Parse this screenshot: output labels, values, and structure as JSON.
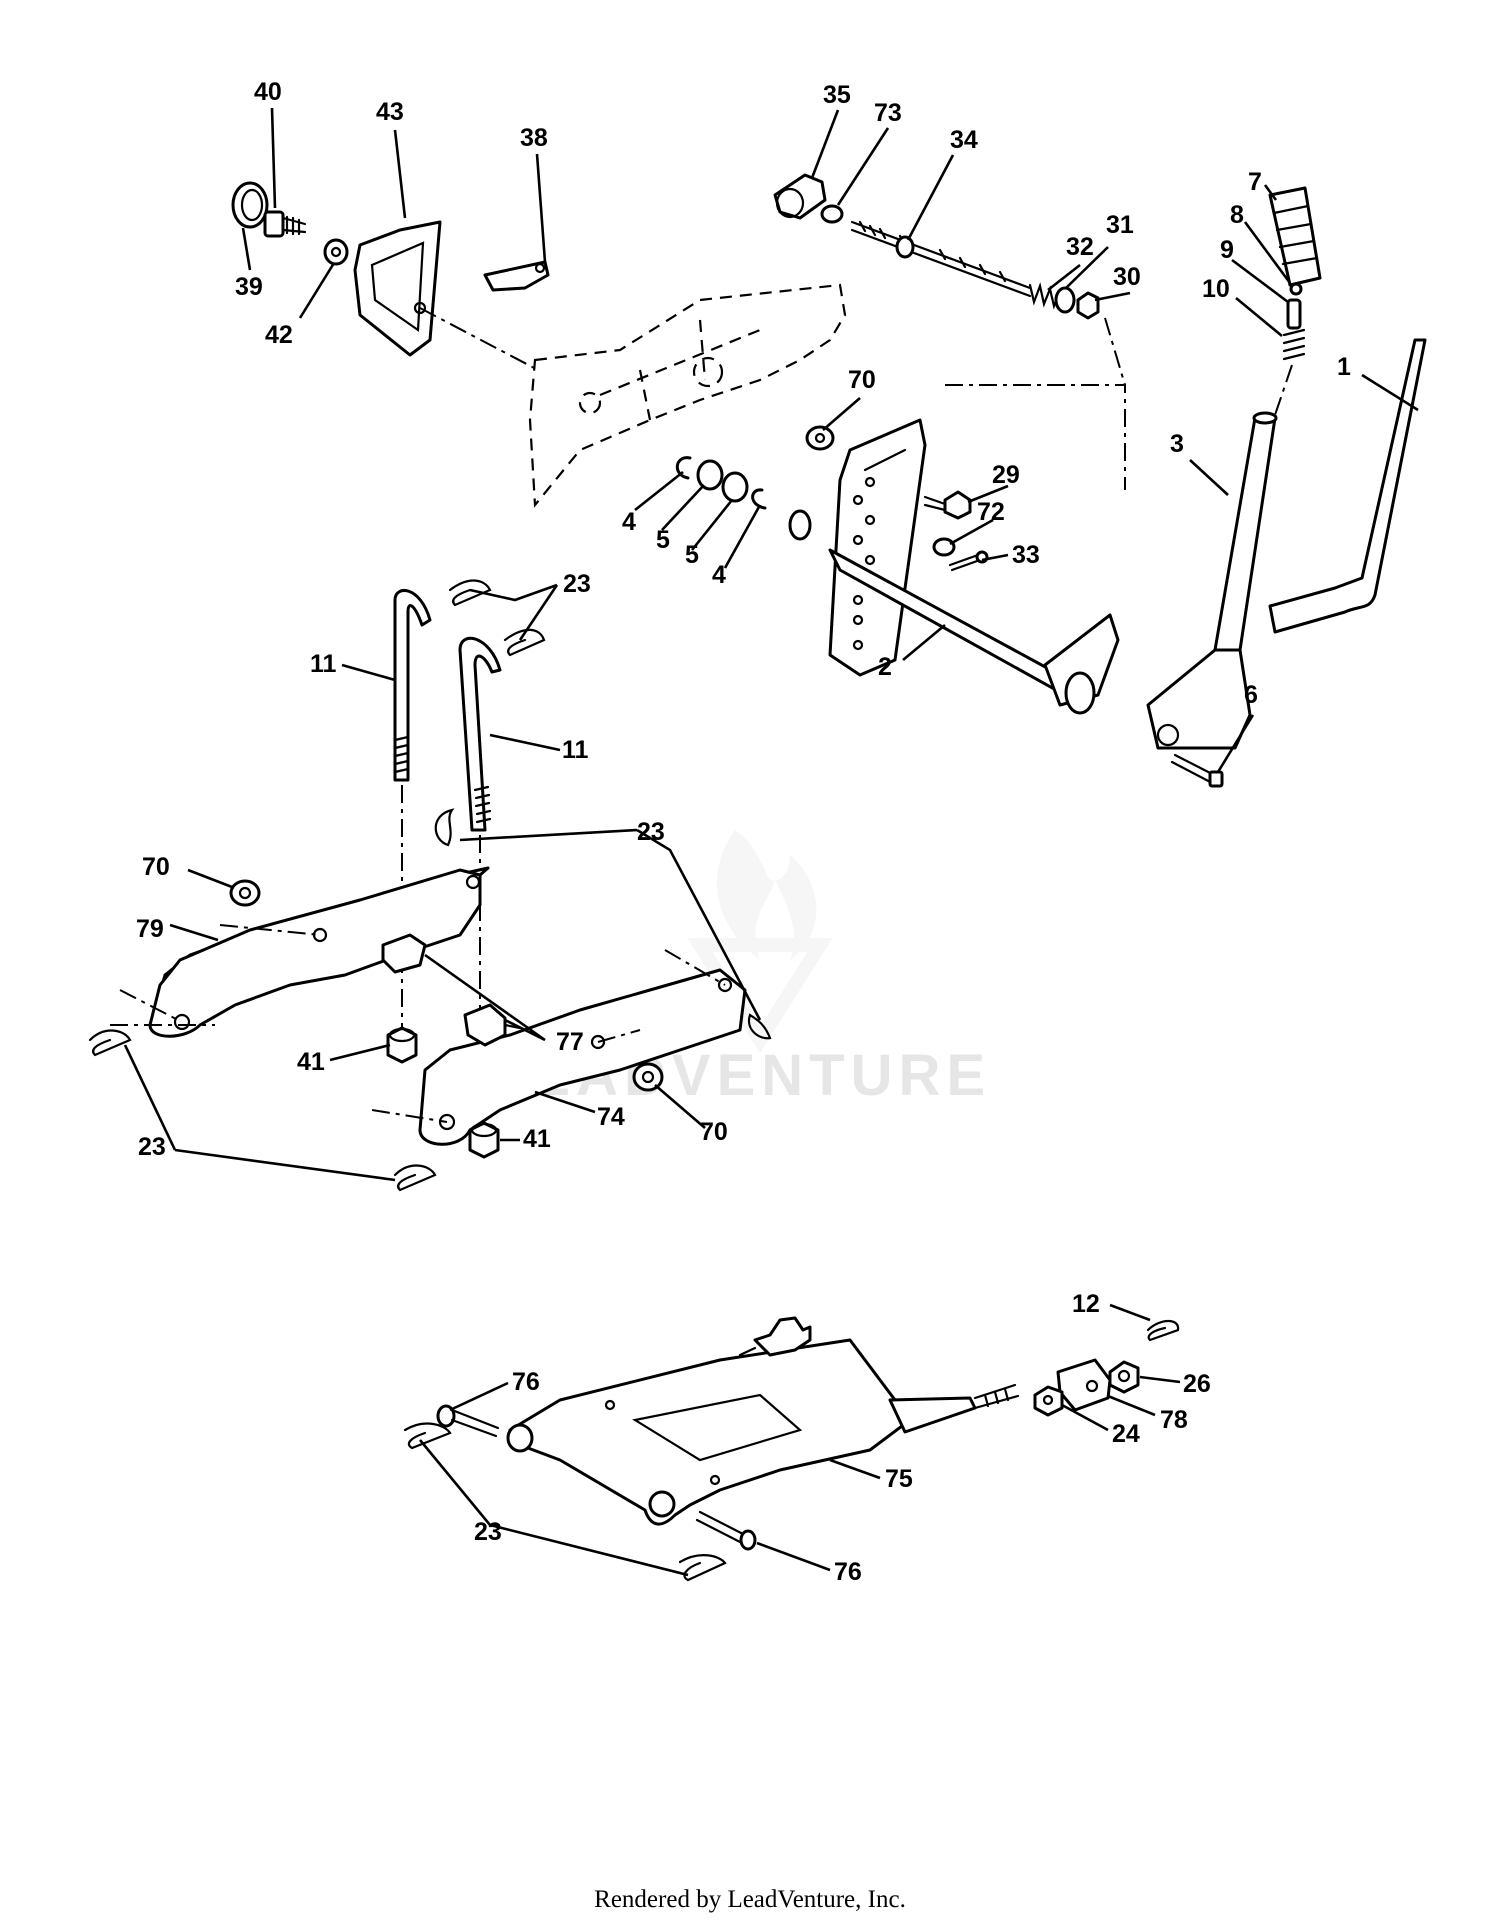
{
  "callouts": [
    {
      "id": "40",
      "text": "40"
    },
    {
      "id": "43",
      "text": "43"
    },
    {
      "id": "38",
      "text": "38"
    },
    {
      "id": "39",
      "text": "39"
    },
    {
      "id": "42",
      "text": "42"
    },
    {
      "id": "35",
      "text": "35"
    },
    {
      "id": "73",
      "text": "73"
    },
    {
      "id": "34",
      "text": "34"
    },
    {
      "id": "7",
      "text": "7"
    },
    {
      "id": "8",
      "text": "8"
    },
    {
      "id": "31",
      "text": "31"
    },
    {
      "id": "32",
      "text": "32"
    },
    {
      "id": "30",
      "text": "30"
    },
    {
      "id": "9",
      "text": "9"
    },
    {
      "id": "10",
      "text": "10"
    },
    {
      "id": "1",
      "text": "1"
    },
    {
      "id": "70a",
      "text": "70"
    },
    {
      "id": "3",
      "text": "3"
    },
    {
      "id": "29",
      "text": "29"
    },
    {
      "id": "72",
      "text": "72"
    },
    {
      "id": "33",
      "text": "33"
    },
    {
      "id": "4a",
      "text": "4"
    },
    {
      "id": "5a",
      "text": "5"
    },
    {
      "id": "5b",
      "text": "5"
    },
    {
      "id": "4b",
      "text": "4"
    },
    {
      "id": "23a",
      "text": "23"
    },
    {
      "id": "11a",
      "text": "11"
    },
    {
      "id": "2",
      "text": "2"
    },
    {
      "id": "6",
      "text": "6"
    },
    {
      "id": "11b",
      "text": "11"
    },
    {
      "id": "23b",
      "text": "23"
    },
    {
      "id": "70b",
      "text": "70"
    },
    {
      "id": "79",
      "text": "79"
    },
    {
      "id": "77",
      "text": "77"
    },
    {
      "id": "41a",
      "text": "41"
    },
    {
      "id": "74",
      "text": "74"
    },
    {
      "id": "70c",
      "text": "70"
    },
    {
      "id": "23c",
      "text": "23"
    },
    {
      "id": "41b",
      "text": "41"
    },
    {
      "id": "12",
      "text": "12"
    },
    {
      "id": "76a",
      "text": "76"
    },
    {
      "id": "26",
      "text": "26"
    },
    {
      "id": "78",
      "text": "78"
    },
    {
      "id": "24",
      "text": "24"
    },
    {
      "id": "75",
      "text": "75"
    },
    {
      "id": "23d",
      "text": "23"
    },
    {
      "id": "76b",
      "text": "76"
    }
  ],
  "watermark": "LEADVENTURE",
  "footer": "Rendered by LeadVenture, Inc."
}
